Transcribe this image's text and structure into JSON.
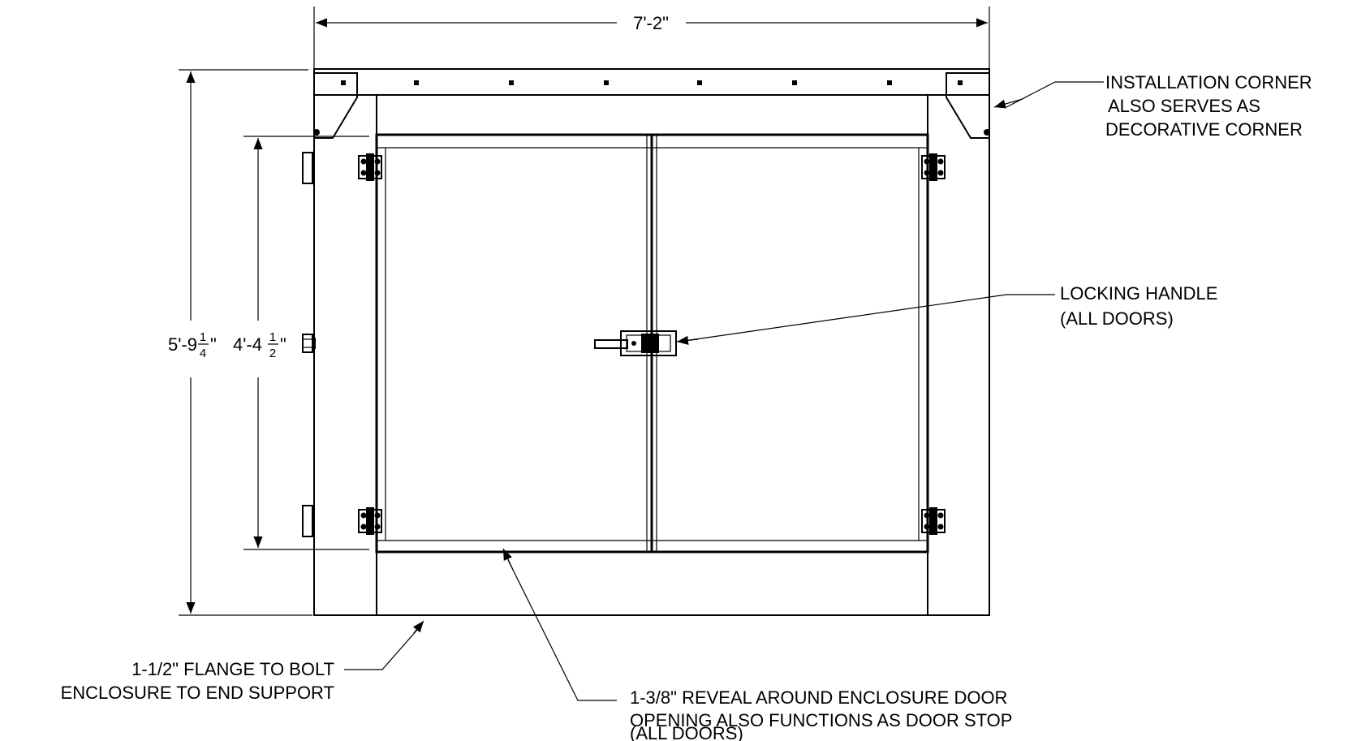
{
  "dimensions": {
    "overall_width": "7'-2\"",
    "overall_height_whole": "5'-9",
    "overall_height_num": "1",
    "overall_height_den": "4",
    "overall_height_inch": "\"",
    "opening_height_whole": "4'-4",
    "opening_height_num": "1",
    "opening_height_den": "2",
    "opening_height_inch": "\""
  },
  "callouts": {
    "installation_corner": [
      "INSTALLATION CORNER",
      "ALSO SERVES AS",
      "DECORATIVE CORNER"
    ],
    "locking_handle": [
      "LOCKING HANDLE",
      "(ALL DOORS)"
    ],
    "flange": [
      "1-1/2\" FLANGE TO BOLT",
      "ENCLOSURE TO END SUPPORT"
    ],
    "reveal": [
      "1-3/8\" REVEAL AROUND ENCLOSURE DOOR",
      "OPENING ALSO FUNCTIONS AS DOOR STOP",
      "(ALL DOORS)"
    ]
  }
}
